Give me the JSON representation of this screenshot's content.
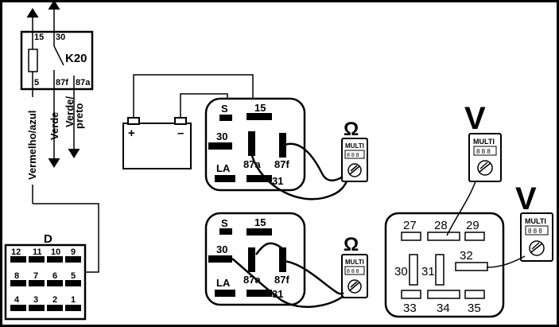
{
  "k20": {
    "name": "K20",
    "pins": {
      "p15": "15",
      "p30": "30",
      "p5": "5",
      "p87f": "87f",
      "p87a": "87a"
    },
    "wire_labels": {
      "left": "Vermelho/azul",
      "mid": "Verde",
      "right_line1": "Verde/",
      "right_line2": "preto"
    }
  },
  "connector_d": {
    "title": "D",
    "row1": [
      "12",
      "11",
      "10",
      "9"
    ],
    "row2": [
      "8",
      "7",
      "6",
      "5"
    ],
    "row3": [
      "4",
      "3",
      "2",
      "1"
    ]
  },
  "battery": {
    "plus": "+",
    "minus": "–"
  },
  "relay_top": {
    "s": "S",
    "p15": "15",
    "p30": "30",
    "p87a": "87a",
    "p87f": "87f",
    "la": "LA",
    "p31": "31"
  },
  "relay_bottom": {
    "s": "S",
    "p15": "15",
    "p30": "30",
    "p87a": "87a",
    "p87f": "87f",
    "la": "LA",
    "p31": "31"
  },
  "meter_ohm_top": {
    "symbol": "Ω",
    "brand": "MULTI",
    "display": "8 8 8"
  },
  "meter_ohm_bottom": {
    "symbol": "Ω",
    "brand": "MULTI",
    "display": "8 8 8"
  },
  "meter_v1": {
    "symbol": "V",
    "brand": "MULTI",
    "display": "8 8 8"
  },
  "meter_v2": {
    "symbol": "V",
    "brand": "MULTI",
    "display": "8 8 8"
  },
  "socket": {
    "p27": "27",
    "p28": "28",
    "p29": "29",
    "p30": "30",
    "p31": "31",
    "p32": "32",
    "p33": "33",
    "p34": "34",
    "p35": "35"
  },
  "colors": {
    "ink": "#000000",
    "paper": "#ffffff"
  }
}
